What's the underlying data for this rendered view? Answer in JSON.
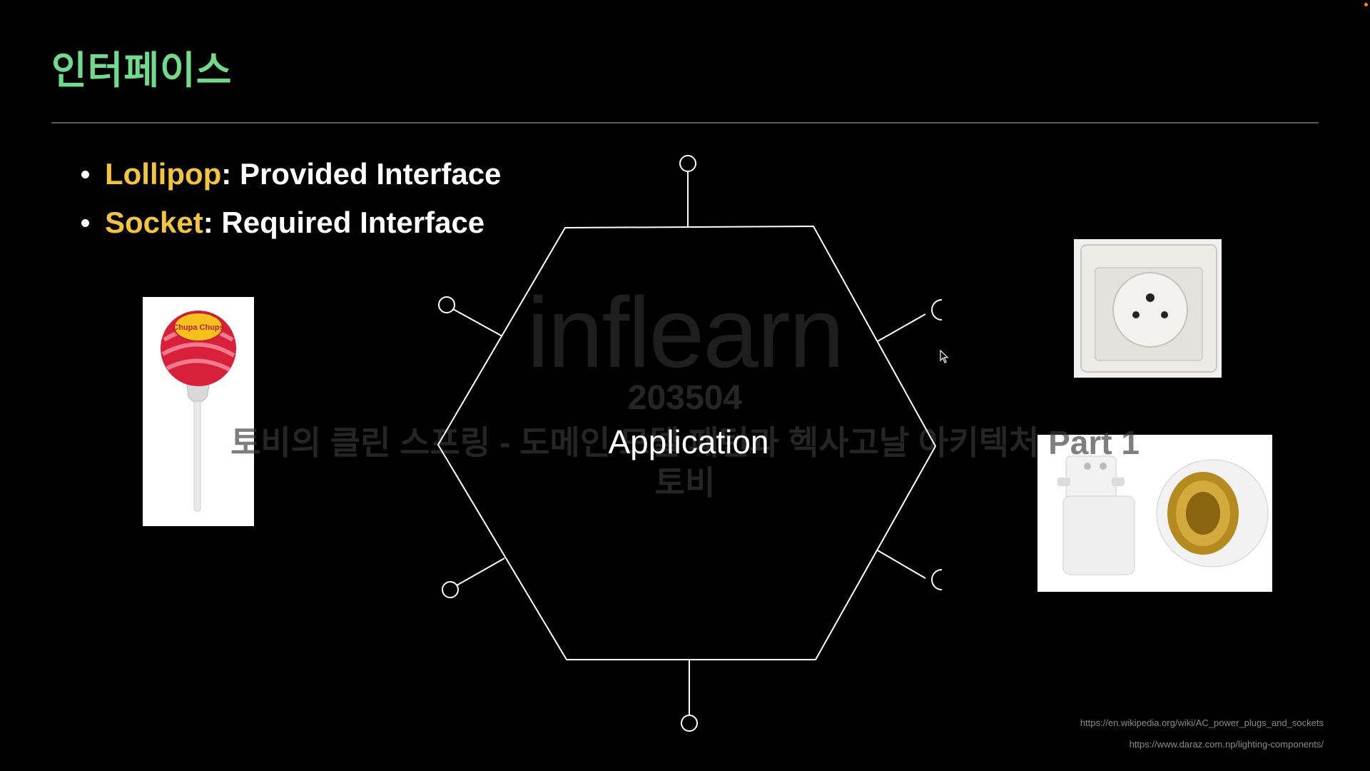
{
  "slide": {
    "title": "인터페이스"
  },
  "bullets": [
    {
      "keyword": "Lollipop",
      "text": ": Provided Interface"
    },
    {
      "keyword": "Socket",
      "text": ": Required Interface"
    }
  ],
  "diagram": {
    "center_label": "Application"
  },
  "watermark": {
    "logo": "inflearn",
    "id": "203504",
    "course": "토비의 클린 스프링 - 도메인 모델 패턴과 헥사고날 아키텍처 Part 1",
    "author": "토비"
  },
  "photos": {
    "lollipop_brand": "Chupa Chups"
  },
  "sources": [
    "https://en.wikipedia.org/wiki/AC_power_plugs_and_sockets",
    "https://www.daraz.com.np/lighting-components/"
  ],
  "colors": {
    "background": "#000000",
    "title": "#6fdc8c",
    "keyword": "#f3c53b",
    "text": "#ffffff"
  }
}
